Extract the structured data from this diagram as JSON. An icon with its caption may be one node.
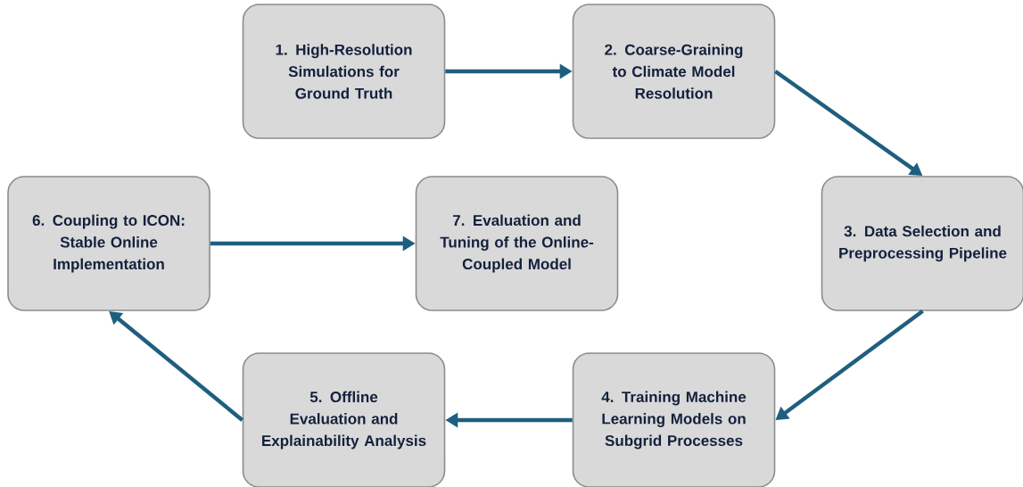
{
  "diagram": {
    "nodes": [
      {
        "text": [
          "1. High-Resolution Simulations for Ground Truth"
        ]
      },
      {
        "text": [
          "2. Coarse-Graining to Climate Model Resolution"
        ]
      },
      {
        "text": [
          "3. Data Selection and Preprocessing Pipeline"
        ]
      },
      {
        "text": [
          "4. Training Machine Learning Models on Subgrid Processes"
        ]
      },
      {
        "text": [
          "5. Offline Evaluation and Explainability Analysis"
        ]
      },
      {
        "text": [
          "6. Coupling to ICON: Stable Online Implementation"
        ]
      },
      {
        "text": [
          "7. Evaluation and Tuning of the Online-Coupled Model"
        ]
      }
    ],
    "edges": [
      {
        "from": 0,
        "to": 1,
        "arrow": "to"
      },
      {
        "from": 1,
        "to": 2,
        "arrow": "to"
      },
      {
        "from": 2,
        "to": 3,
        "arrow": "to"
      },
      {
        "from": 3,
        "to": 4,
        "arrow": "to"
      },
      {
        "from": 4,
        "to": 5,
        "arrow": "to"
      },
      {
        "from": 5,
        "to": 6,
        "arrow": "to"
      }
    ]
  }
}
